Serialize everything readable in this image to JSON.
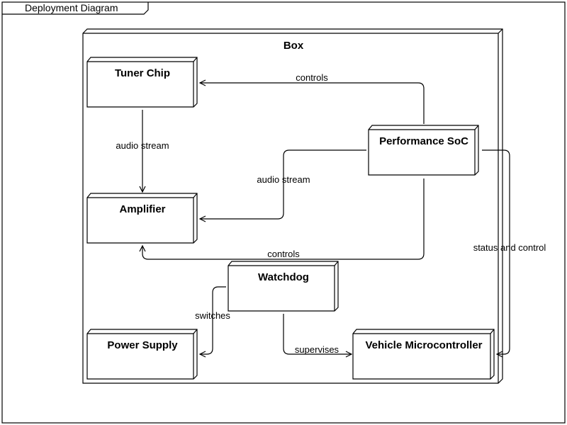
{
  "frame": {
    "title": "Deployment Diagram"
  },
  "container": {
    "title": "Box"
  },
  "nodes": {
    "tuner": "Tuner Chip",
    "amplifier": "Amplifier",
    "soc": "Performance SoC",
    "watchdog": "Watchdog",
    "power": "Power Supply",
    "vmc": "Vehicle Microcontroller"
  },
  "edges": {
    "soc_tuner": "controls",
    "tuner_amp": "audio stream",
    "soc_amp_audio": "audio stream",
    "soc_amp_controls": "controls",
    "soc_vmc": "status and control",
    "watchdog_power": "switches",
    "watchdog_vmc": "supervises"
  }
}
